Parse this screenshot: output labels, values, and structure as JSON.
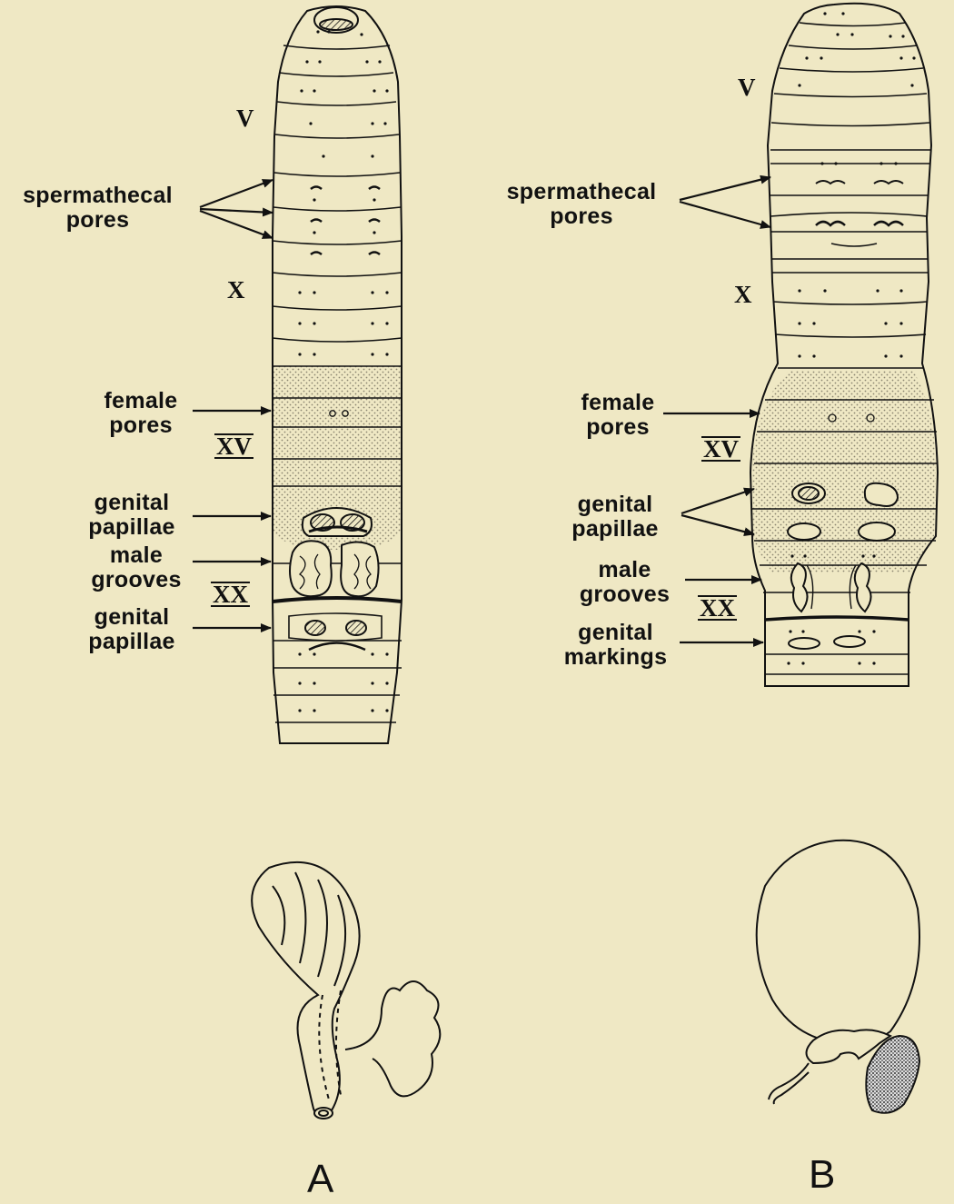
{
  "panelA": {
    "letter": "A",
    "segments": {
      "v": "V",
      "x": "X",
      "xv": "XV",
      "xx": "XX"
    },
    "labels": {
      "spermathecal": [
        "spermathecal",
        "pores"
      ],
      "female": [
        "female",
        "pores"
      ],
      "papillae": [
        "genital",
        "papillae"
      ],
      "male": [
        "male",
        "grooves"
      ],
      "papillae2": [
        "genital",
        "papillae"
      ]
    }
  },
  "panelB": {
    "letter": "B",
    "segments": {
      "v": "V",
      "x": "X",
      "xv": "XV",
      "xx": "XX"
    },
    "labels": {
      "spermathecal": [
        "spermathecal",
        "pores"
      ],
      "female": [
        "female",
        "pores"
      ],
      "papillae": [
        "genital",
        "papillae"
      ],
      "male": [
        "male",
        "grooves"
      ],
      "markings": [
        "genital",
        "markings"
      ]
    }
  },
  "colors": {
    "background": "#efe8c4",
    "ink": "#111111",
    "stipple": "#8a8570"
  }
}
